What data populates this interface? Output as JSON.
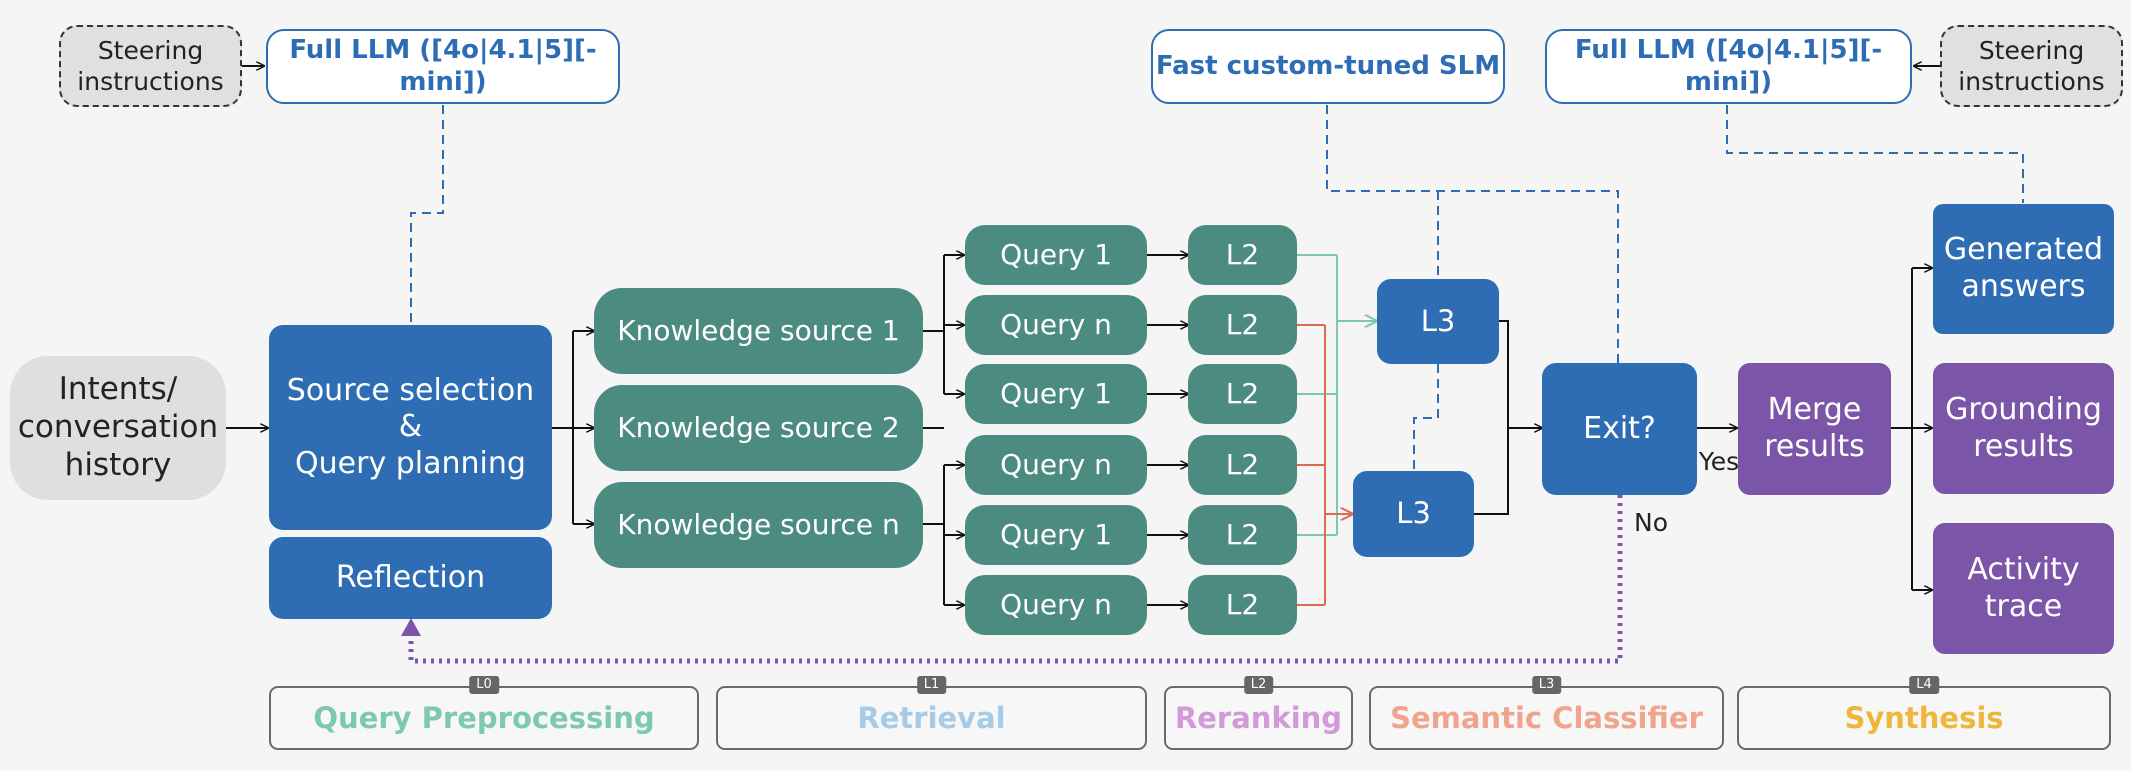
{
  "inputs": {
    "intents": "Intents/\nconversation\nhistory",
    "steering_left": "Steering\ninstructions",
    "steering_right": "Steering\ninstructions"
  },
  "llm": {
    "left": "Full LLM ([4o|4.1|5][-mini])",
    "middle": "Fast custom-tuned SLM",
    "right": "Full LLM ([4o|4.1|5][-mini])"
  },
  "planner": {
    "source_selection": "Source selection\n&\nQuery planning",
    "reflection": "Reflection"
  },
  "sources": [
    "Knowledge source 1",
    "Knowledge source 2",
    "Knowledge source n"
  ],
  "queries": [
    "Query 1",
    "Query n",
    "Query 1",
    "Query n",
    "Query 1",
    "Query n"
  ],
  "rerankers": [
    "L2",
    "L2",
    "L2",
    "L2",
    "L2",
    "L2"
  ],
  "classifiers": [
    "L3",
    "L3"
  ],
  "exit": {
    "label": "Exit?",
    "yes": "Yes",
    "no": "No"
  },
  "merge": "Merge\nresults",
  "outputs": [
    "Generated\nanswers",
    "Grounding\nresults",
    "Activity\ntrace"
  ],
  "stages": [
    {
      "tag": "L0",
      "label": "Query Preprocessing",
      "color": "#7dc9ad"
    },
    {
      "tag": "L1",
      "label": "Retrieval",
      "color": "#a6cbe6"
    },
    {
      "tag": "L2",
      "label": "Reranking",
      "color": "#d29ad8"
    },
    {
      "tag": "L3",
      "label": "Semantic Classifier",
      "color": "#f0a48d"
    },
    {
      "tag": "L4",
      "label": "Synthesis",
      "color": "#efb73a"
    }
  ],
  "colors": {
    "blue": "#2e6db4",
    "teal": "#4b8b80",
    "purple": "#7b55a8",
    "green_line": "#7dc9ad",
    "red_line": "#e06a4f",
    "loop": "#7b55a8"
  }
}
